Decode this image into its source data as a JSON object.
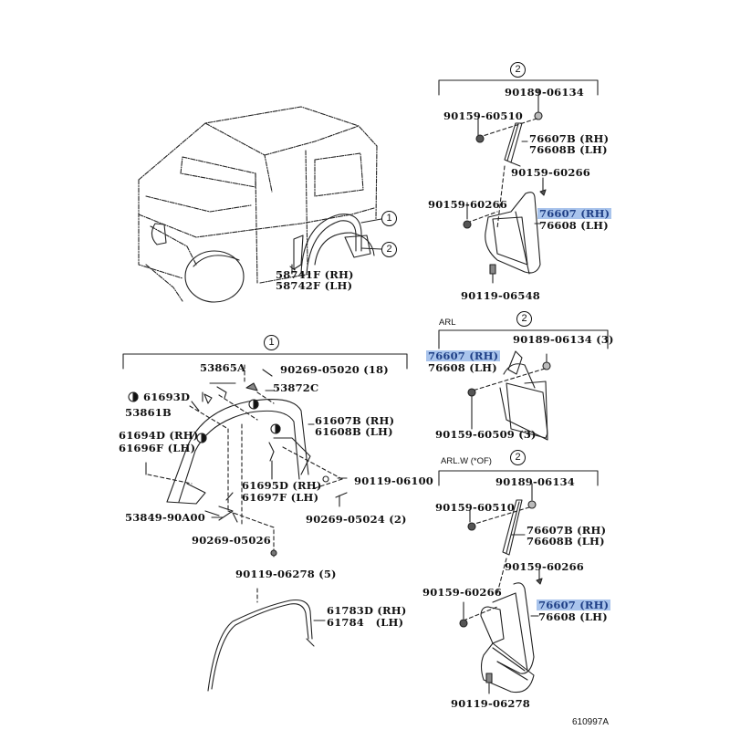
{
  "vehicle_view": {
    "callouts": [
      "1",
      "2"
    ],
    "part_label": [
      "58741F (RH)",
      "58742F (LH)"
    ]
  },
  "panel_front_top": {
    "callout": "2",
    "parts": {
      "nut_top": "90189-06134",
      "screw_left": "90159-60510",
      "bracket": [
        "76607B (RH)",
        "76608B (LH)"
      ],
      "screw_mid": "90159-60266",
      "screw_left2": "90159-60266",
      "mudguard_rh": "76607 (RH)",
      "mudguard_lh": "76608 (LH)",
      "clip_bottom": "90119-06548"
    }
  },
  "panel_arl": {
    "condition": "ARL",
    "callout": "2",
    "parts": {
      "mudguard_rh": "76607 (RH)",
      "mudguard_lh": "76608 (LH)",
      "nut": "90189-06134 (3)",
      "screw": "90159-60509 (3)"
    }
  },
  "panel_arlw": {
    "condition": "ARL.W (*OF)",
    "callout": "2",
    "parts": {
      "nut_top": "90189-06134",
      "screw_left": "90159-60510",
      "bracket": [
        "76607B (RH)",
        "76608B (LH)"
      ],
      "screw_mid": "90159-60266",
      "screw_left2": "90159-60266",
      "mudguard_rh": "76607 (RH)",
      "mudguard_lh": "76608 (LH)",
      "clip_bottom": "90119-06278"
    }
  },
  "flare_panel": {
    "callout": "1",
    "parts": {
      "p53865A": "53865A",
      "p90269_05020": "90269-05020 (18)",
      "p53872C": "53872C",
      "p61693D": "61693D",
      "p53861B": "53861B",
      "flare": [
        "61607B (RH)",
        "61608B (LH)"
      ],
      "extension": [
        "61694D (RH)",
        "61696F (LH)"
      ],
      "bracket": [
        "61695D (RH)",
        "61697F (LH)"
      ],
      "p90119_06100": "90119-06100",
      "p53849": "53849-90A00",
      "p90269_05024": "90269-05024 (2)",
      "p90269_05026": "90269-05026",
      "p90119_06278": "90119-06278 (5)",
      "moulding": [
        "61783D (RH)",
        "61784   (LH)"
      ]
    }
  },
  "diagram_code": "610997A",
  "highlight_color": "#a9c4ec"
}
